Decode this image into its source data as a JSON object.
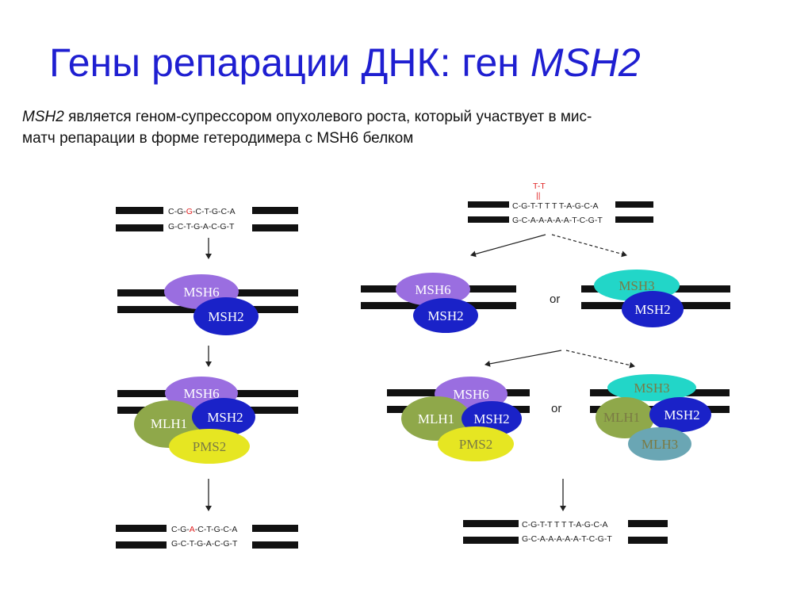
{
  "title": {
    "main": "Гены репарации ДНК: ген ",
    "gene": "MSH2"
  },
  "description": {
    "gene": "MSH2",
    "line1": " является геном-супрессором опухолевого роста, который участвует в мис-",
    "line2": "матч репарации в форме гетеродимера с MSH6 белком"
  },
  "left": {
    "top_seq": {
      "pre": "C-G-",
      "mis": "G",
      "post": "-C-T-G-C-A",
      "bottom": "G-C-T-G-A-C-G-T"
    },
    "bottom_seq": {
      "pre": "C-G-",
      "fix": "A",
      "post": "-C-T-G-C-A",
      "bottom": "G-C-T-G-A-C-G-T"
    }
  },
  "right": {
    "loop": "T-T",
    "loop_mark": "||",
    "top_seq": {
      "top": "C-G-T-T T T T-A-G-C-A",
      "bottom": "G-C-A-A-A-A-A-T-C-G-T"
    },
    "bottom_seq": {
      "top": "C-G-T-T T T T-A-G-C-A",
      "bottom": "G-C-A-A-A-A-A-T-C-G-T"
    }
  },
  "proteins": {
    "msh6": "MSH6",
    "msh2": "MSH2",
    "msh3": "MSH3",
    "mlh1": "MLH1",
    "pms2": "PMS2",
    "mlh3": "MLH3"
  },
  "or_label": "or",
  "colors": {
    "title": "#1f1fd1",
    "msh6": "#9a6ee0",
    "msh2": "#1a22c8",
    "msh3": "#22d6c8",
    "mlh1": "#8fa84a",
    "pms2": "#e6e622",
    "mlh3": "#6aa6b4",
    "mismatch": "#e02020"
  }
}
